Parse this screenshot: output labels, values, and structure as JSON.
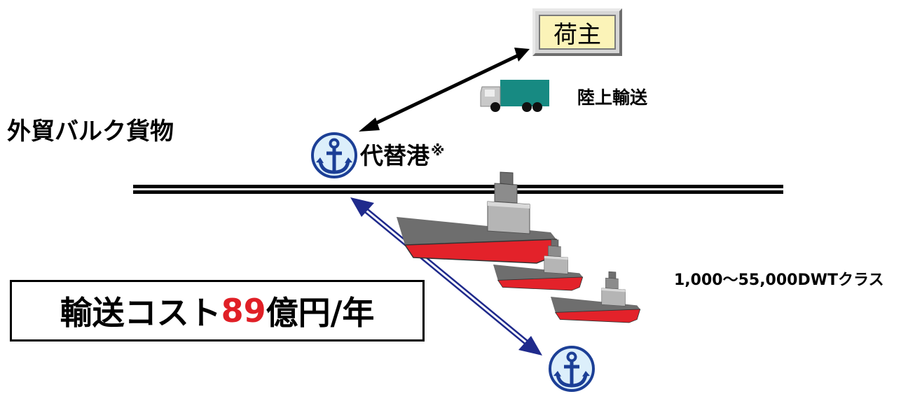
{
  "title": "外貿バルク貨物",
  "shipper": {
    "label": "荷主"
  },
  "land_transport": {
    "label": "陸上輸送"
  },
  "alternate_port": {
    "label": "代替港",
    "mark": "※"
  },
  "ship_class": {
    "label": "1,000～55,000DWTクラス"
  },
  "cost": {
    "prefix": "輸送コスト",
    "number": "89",
    "suffix": "億円/年",
    "number_color": "#e01f26"
  },
  "colors": {
    "sea_arrow": "#1f2a8c",
    "anchor": "#1c3f96",
    "anchor_bg": "#dceffb",
    "hull_red": "#e3222a",
    "hull_gray": "#6e6e6e",
    "truck_cargo": "#178a82"
  },
  "icons": [
    "anchor-icon",
    "truck-icon",
    "ship-icon"
  ]
}
